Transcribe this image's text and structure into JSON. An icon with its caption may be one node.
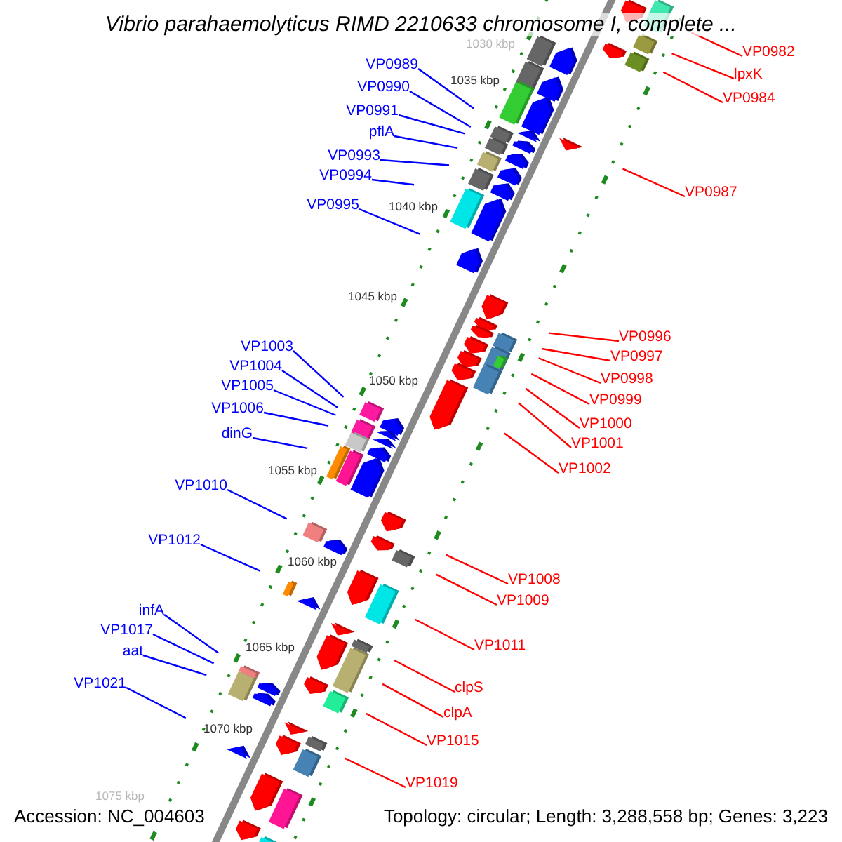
{
  "diagram": {
    "title": "Vibrio parahaemolyticus RIMD 2210633 chromosome I, complete ...",
    "nodes": [
      {
        "text": [
          "VP0989"
        ]
      },
      {
        "text": [
          "VP0990"
        ]
      },
      {
        "text": [
          "VP0991"
        ]
      },
      {
        "text": [
          "pflA"
        ]
      },
      {
        "text": [
          "VP0993"
        ]
      },
      {
        "text": [
          "VP0994"
        ]
      },
      {
        "text": [
          "VP0995"
        ]
      },
      {
        "text": [
          "VP1003"
        ]
      },
      {
        "text": [
          "VP1004"
        ]
      },
      {
        "text": [
          "VP1005"
        ]
      },
      {
        "text": [
          "VP1006"
        ]
      },
      {
        "text": [
          "dinG"
        ]
      },
      {
        "text": [
          "VP1010"
        ]
      },
      {
        "text": [
          "VP1012"
        ]
      },
      {
        "text": [
          "infA"
        ]
      },
      {
        "text": [
          "VP1017"
        ]
      },
      {
        "text": [
          "aat"
        ]
      },
      {
        "text": [
          "VP1021"
        ]
      },
      {
        "text": [
          "VP0982"
        ]
      },
      {
        "text": [
          "lpxK"
        ]
      },
      {
        "text": [
          "VP0984"
        ]
      },
      {
        "text": [
          "VP0987"
        ]
      },
      {
        "text": [
          "VP0996"
        ]
      },
      {
        "text": [
          "VP0997"
        ]
      },
      {
        "text": [
          "VP0998"
        ]
      },
      {
        "text": [
          "VP0999"
        ]
      },
      {
        "text": [
          "VP1000"
        ]
      },
      {
        "text": [
          "VP1001"
        ]
      },
      {
        "text": [
          "VP1002"
        ]
      },
      {
        "text": [
          "VP1008"
        ]
      },
      {
        "text": [
          "VP1009"
        ]
      },
      {
        "text": [
          "VP1011"
        ]
      },
      {
        "text": [
          "clpS"
        ]
      },
      {
        "text": [
          "clpA"
        ]
      },
      {
        "text": [
          "VP1015"
        ]
      },
      {
        "text": [
          "VP1019"
        ]
      }
    ],
    "edges": [
      {
        "from": 0,
        "to": null,
        "arrow": "none",
        "color": "#0000ff"
      },
      {
        "from": 1,
        "to": null,
        "arrow": "none",
        "color": "#0000ff"
      },
      {
        "from": 2,
        "to": null,
        "arrow": "none",
        "color": "#0000ff"
      },
      {
        "from": 3,
        "to": null,
        "arrow": "none",
        "color": "#0000ff"
      },
      {
        "from": 4,
        "to": null,
        "arrow": "none",
        "color": "#0000ff"
      },
      {
        "from": 5,
        "to": null,
        "arrow": "none",
        "color": "#0000ff"
      },
      {
        "from": 6,
        "to": null,
        "arrow": "none",
        "color": "#0000ff"
      },
      {
        "from": 7,
        "to": null,
        "arrow": "none",
        "color": "#0000ff"
      },
      {
        "from": 8,
        "to": null,
        "arrow": "none",
        "color": "#0000ff"
      },
      {
        "from": 9,
        "to": null,
        "arrow": "none",
        "color": "#0000ff"
      },
      {
        "from": 10,
        "to": null,
        "arrow": "none",
        "color": "#0000ff"
      },
      {
        "from": 11,
        "to": null,
        "arrow": "none",
        "color": "#0000ff"
      },
      {
        "from": 12,
        "to": null,
        "arrow": "none",
        "color": "#0000ff"
      },
      {
        "from": 13,
        "to": null,
        "arrow": "none",
        "color": "#0000ff"
      },
      {
        "from": 14,
        "to": null,
        "arrow": "none",
        "color": "#0000ff"
      },
      {
        "from": 15,
        "to": null,
        "arrow": "none",
        "color": "#0000ff"
      },
      {
        "from": 16,
        "to": null,
        "arrow": "none",
        "color": "#0000ff"
      },
      {
        "from": 17,
        "to": null,
        "arrow": "none",
        "color": "#0000ff"
      },
      {
        "from": 18,
        "to": null,
        "arrow": "none",
        "color": "#ff0000"
      },
      {
        "from": 19,
        "to": null,
        "arrow": "none",
        "color": "#ff0000"
      },
      {
        "from": 20,
        "to": null,
        "arrow": "none",
        "color": "#ff0000"
      },
      {
        "from": 21,
        "to": null,
        "arrow": "none",
        "color": "#ff0000"
      },
      {
        "from": 22,
        "to": null,
        "arrow": "none",
        "color": "#ff0000"
      },
      {
        "from": 23,
        "to": null,
        "arrow": "none",
        "color": "#ff0000"
      },
      {
        "from": 24,
        "to": null,
        "arrow": "none",
        "color": "#ff0000"
      },
      {
        "from": 25,
        "to": null,
        "arrow": "none",
        "color": "#ff0000"
      },
      {
        "from": 26,
        "to": null,
        "arrow": "none",
        "color": "#ff0000"
      },
      {
        "from": 27,
        "to": null,
        "arrow": "none",
        "color": "#ff0000"
      },
      {
        "from": 28,
        "to": null,
        "arrow": "none",
        "color": "#ff0000"
      },
      {
        "from": 29,
        "to": null,
        "arrow": "none",
        "color": "#ff0000"
      },
      {
        "from": 30,
        "to": null,
        "arrow": "none",
        "color": "#ff0000"
      },
      {
        "from": 31,
        "to": null,
        "arrow": "none",
        "color": "#ff0000"
      },
      {
        "from": 32,
        "to": null,
        "arrow": "none",
        "color": "#ff0000"
      },
      {
        "from": 33,
        "to": null,
        "arrow": "none",
        "color": "#ff0000"
      },
      {
        "from": 34,
        "to": null,
        "arrow": "none",
        "color": "#ff0000"
      },
      {
        "from": 35,
        "to": null,
        "arrow": "none",
        "color": "#ff0000"
      }
    ],
    "labels": [
      "1030 kbp",
      "1035 kbp",
      "1040 kbp",
      "1045 kbp",
      "1050 kbp",
      "1055 kbp",
      "1060 kbp",
      "1065 kbp",
      "1070 kbp",
      "1075 kbp",
      "Accession: NC_004603",
      "Topology: circular; Length: 3,288,558 bp; Genes: 3,223"
    ]
  }
}
